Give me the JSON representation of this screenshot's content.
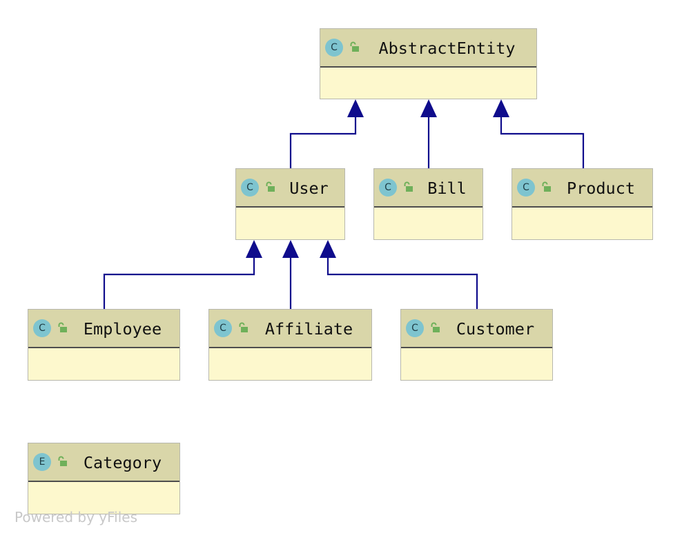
{
  "diagram": {
    "nodes": [
      {
        "id": "abstract-entity",
        "kind": "C",
        "name": "AbstractEntity"
      },
      {
        "id": "user",
        "kind": "C",
        "name": "User"
      },
      {
        "id": "bill",
        "kind": "C",
        "name": "Bill"
      },
      {
        "id": "product",
        "kind": "C",
        "name": "Product"
      },
      {
        "id": "employee",
        "kind": "C",
        "name": "Employee"
      },
      {
        "id": "affiliate",
        "kind": "C",
        "name": "Affiliate"
      },
      {
        "id": "customer",
        "kind": "C",
        "name": "Customer"
      },
      {
        "id": "category",
        "kind": "E",
        "name": "Category"
      }
    ],
    "edges": [
      {
        "from": "user",
        "to": "abstract-entity",
        "type": "inheritance"
      },
      {
        "from": "bill",
        "to": "abstract-entity",
        "type": "inheritance"
      },
      {
        "from": "product",
        "to": "abstract-entity",
        "type": "inheritance"
      },
      {
        "from": "employee",
        "to": "user",
        "type": "inheritance"
      },
      {
        "from": "affiliate",
        "to": "user",
        "type": "inheritance"
      },
      {
        "from": "customer",
        "to": "user",
        "type": "inheritance"
      }
    ]
  },
  "watermark": "Powered by yFiles",
  "colors": {
    "edge": "#0f0c8c",
    "header": "#d9d6a9",
    "body": "#fdf8cd",
    "badge": "#7ec4cf",
    "lock": "#6fb05a"
  }
}
